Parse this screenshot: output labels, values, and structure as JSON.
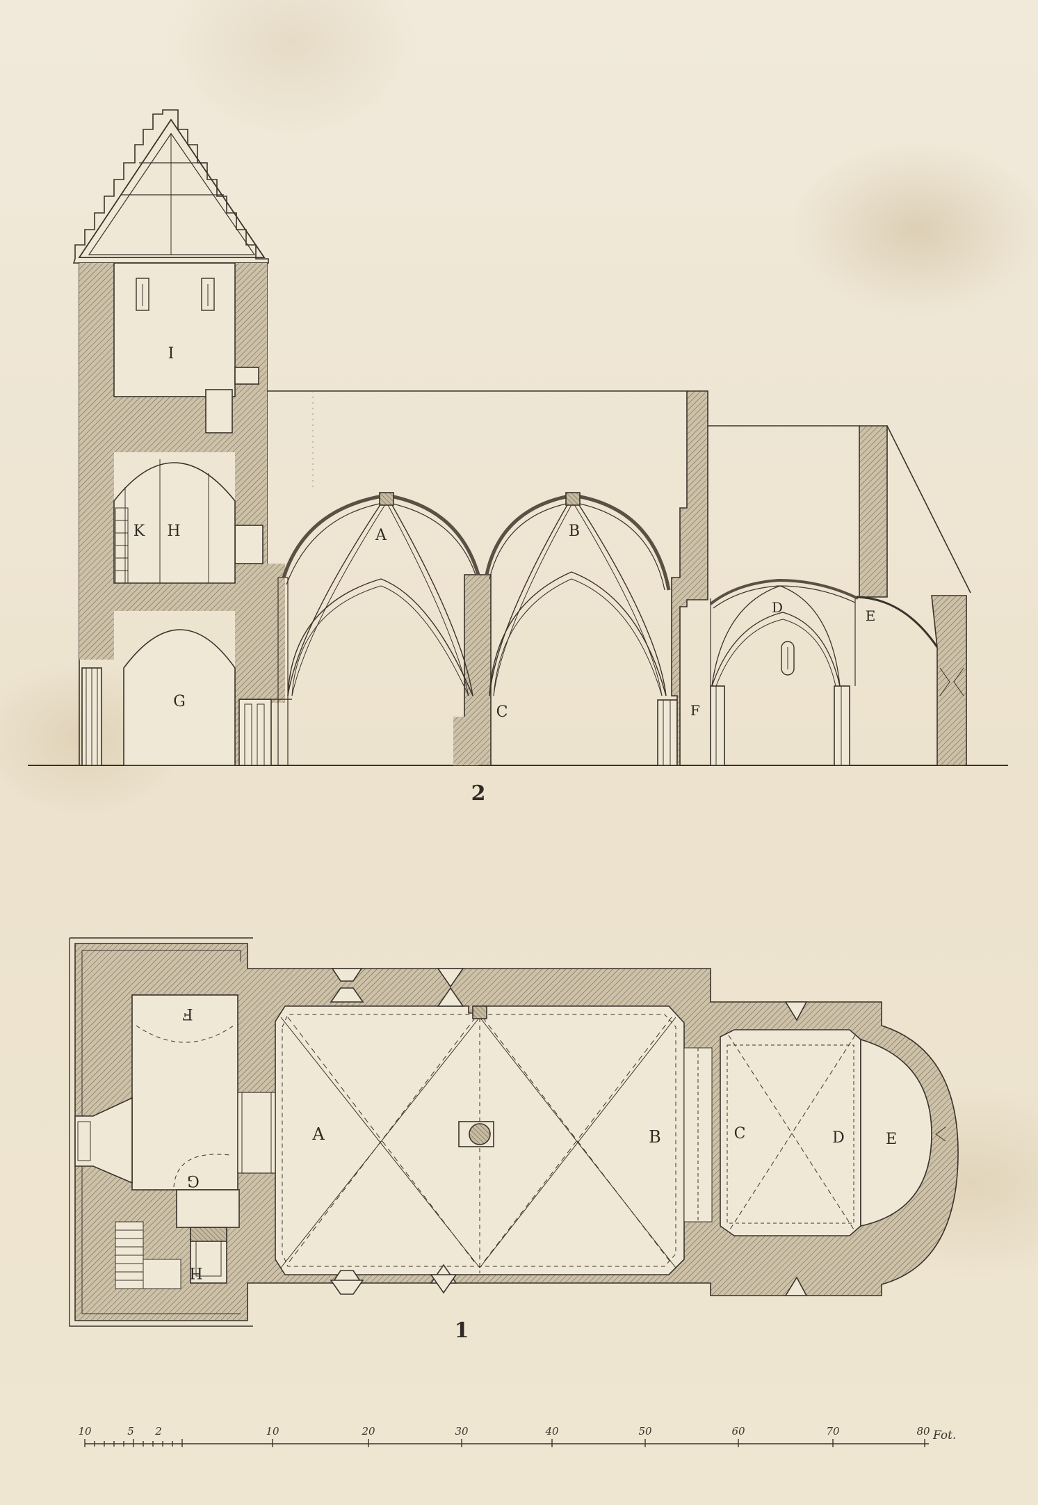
{
  "figures": {
    "section": {
      "number": "2",
      "labels": {
        "A": "A",
        "B": "B",
        "C": "C",
        "D": "D",
        "E": "E",
        "F": "F",
        "G": "G",
        "H": "H",
        "I": "I",
        "K": "K"
      }
    },
    "plan": {
      "number": "1",
      "labels": {
        "A": "A",
        "B": "B",
        "C": "C",
        "D": "D",
        "E": "E",
        "F": "F",
        "G": "G",
        "H": "H"
      }
    }
  },
  "scale_bar": {
    "ticks": [
      "10",
      "5",
      "2",
      "10",
      "20",
      "30",
      "40",
      "50",
      "60",
      "70",
      "80"
    ],
    "unit": "Fot."
  },
  "colors": {
    "paper": "#efe7d4",
    "ink": "#3a332b",
    "wall_fill": "#cbbfa6"
  }
}
